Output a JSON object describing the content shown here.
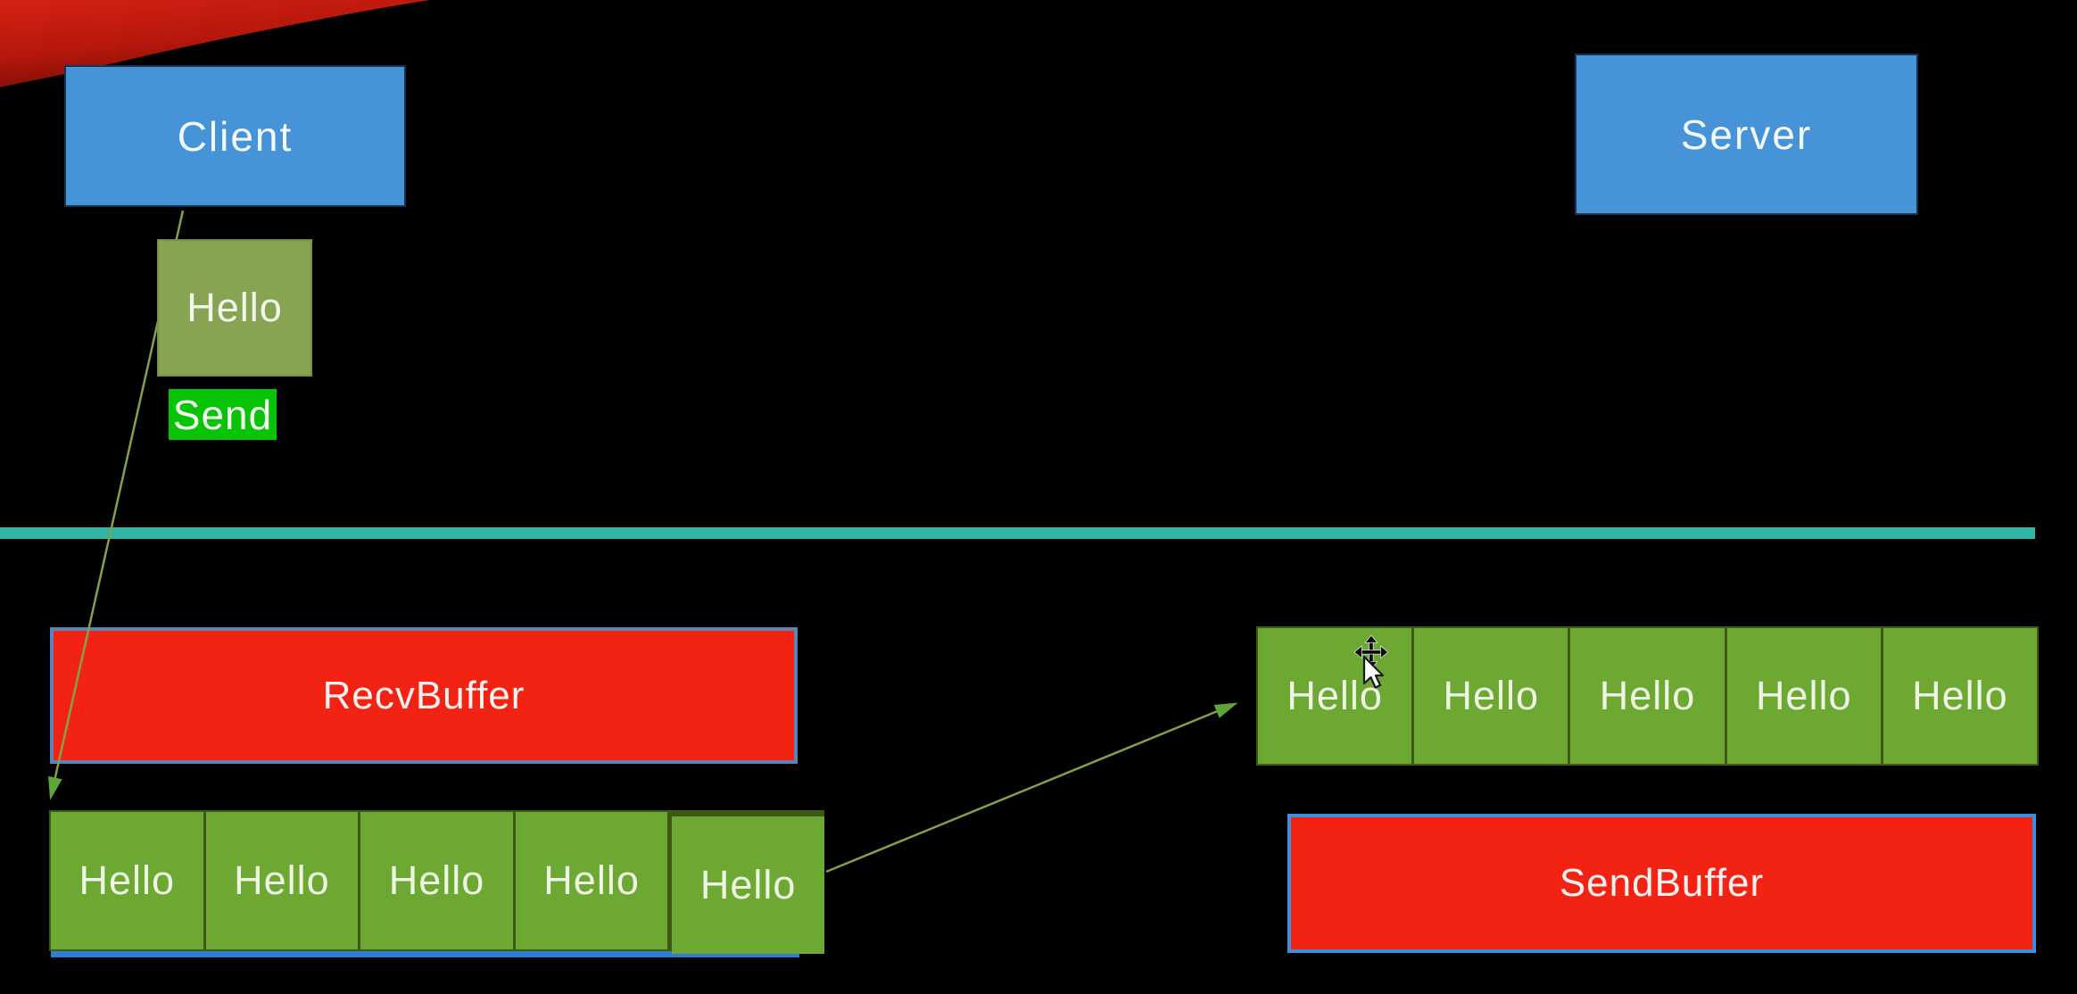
{
  "colors": {
    "background": "#000000",
    "node_blue": "#4793d8",
    "packet_olive": "#87a452",
    "cell_green": "#6da833",
    "send_green": "#09c306",
    "buffer_red": "#f32314",
    "recv_buffer_border": "#5c84b8",
    "send_buffer_border": "#3e8ede",
    "divider_teal": "#2eb5a3",
    "arrow_olive": "#84a048",
    "arrowhead_green": "#5fa437",
    "underline_blue": "#2b7fd4",
    "swoosh_red": "#c41a0d"
  },
  "client": {
    "label": "Client"
  },
  "server": {
    "label": "Server"
  },
  "packet": {
    "label": "Hello"
  },
  "send_action": {
    "label": "Send"
  },
  "recv_buffer": {
    "label": "RecvBuffer"
  },
  "send_buffer": {
    "label": "SendBuffer"
  },
  "recv_row": {
    "cells": [
      "Hello",
      "Hello",
      "Hello",
      "Hello",
      "Hello"
    ]
  },
  "send_row": {
    "cells": [
      "Hello",
      "Hello",
      "Hello",
      "Hello",
      "Hello"
    ]
  }
}
